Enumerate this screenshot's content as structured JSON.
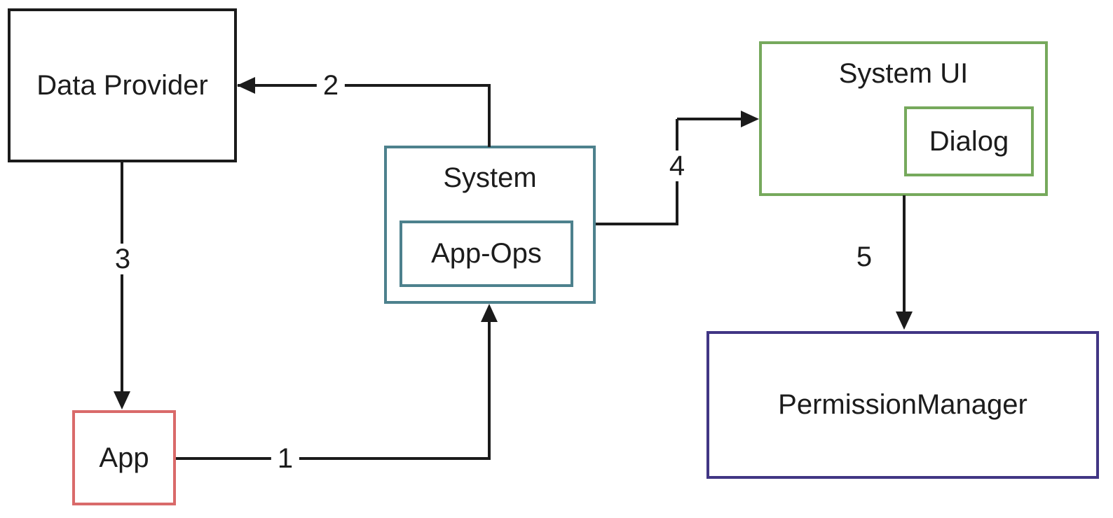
{
  "diagram": {
    "background_color": "#ffffff",
    "line_color": "#1b1b1b",
    "nodes": {
      "data_provider": {
        "label": "Data Provider",
        "border_color": "#1b1b1b"
      },
      "system": {
        "label": "System",
        "border_color": "#4d818d"
      },
      "app_ops": {
        "label": "App-Ops",
        "border_color": "#4d818d"
      },
      "system_ui": {
        "label": "System UI",
        "border_color": "#76a95c"
      },
      "dialog": {
        "label": "Dialog",
        "border_color": "#76a95c"
      },
      "app": {
        "label": "App",
        "border_color": "#d96a6a"
      },
      "permission_manager": {
        "label": "PermissionManager",
        "border_color": "#413684"
      }
    },
    "edges": [
      {
        "label": "1",
        "from": "app",
        "to": "system"
      },
      {
        "label": "2",
        "from": "system",
        "to": "data_provider"
      },
      {
        "label": "3",
        "from": "data_provider",
        "to": "app"
      },
      {
        "label": "4",
        "from": "system",
        "to": "system_ui"
      },
      {
        "label": "5",
        "from": "system_ui",
        "to": "permission_manager"
      }
    ]
  }
}
